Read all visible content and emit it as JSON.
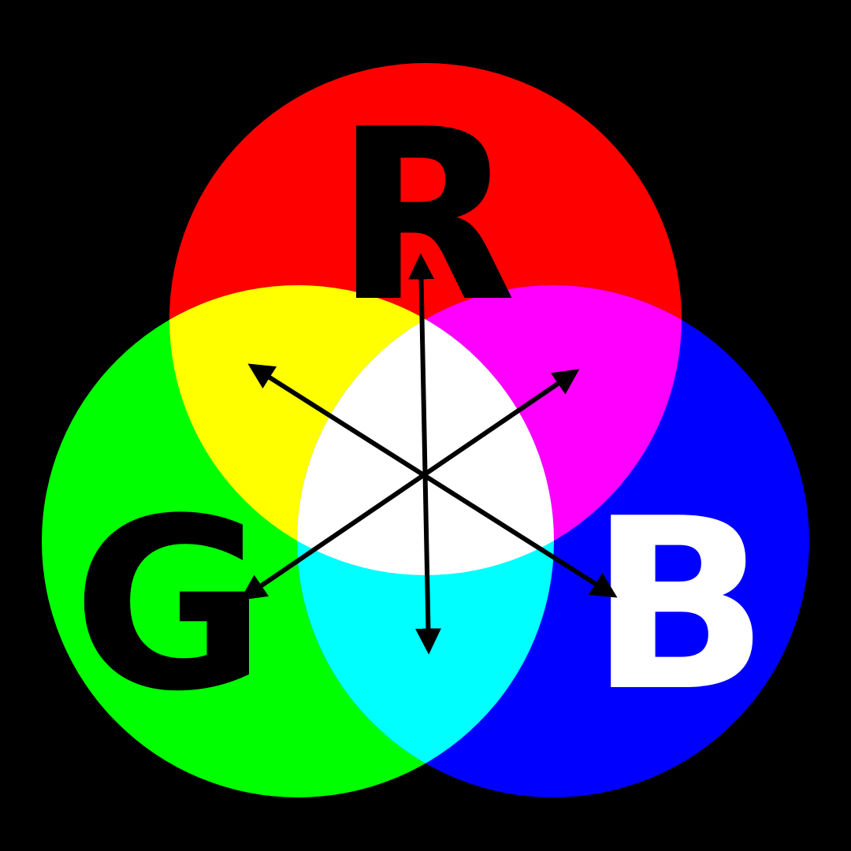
{
  "labels": {
    "red": "R",
    "green": "G",
    "blue": "B"
  },
  "colors": {
    "background": "#000000",
    "red": "#FF0000",
    "green": "#00FF00",
    "blue": "#0000FF",
    "yellow": "#FFFF00",
    "magenta": "#FF00FF",
    "cyan": "#00FFFF",
    "white": "#FFFFFF",
    "arrow": "#000000",
    "label_dark": "#000000",
    "label_light": "#FFFFFF"
  }
}
